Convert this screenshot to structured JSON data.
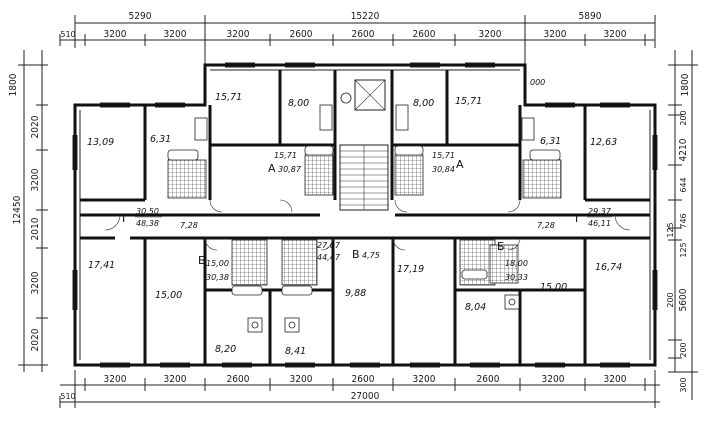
{
  "dims": {
    "top_overall": "15220",
    "top_left_group": "5290",
    "top_right_group": "5890",
    "top_offset": "510",
    "top_modules": [
      "3200",
      "3200",
      "3200",
      "2600",
      "2600",
      "2600",
      "3200",
      "3200",
      "3200"
    ],
    "bottom_overall": "27000",
    "bottom_offset": "510",
    "bottom_modules": [
      "3200",
      "3200",
      "2600",
      "3200",
      "2600",
      "3200",
      "2600",
      "3200",
      "3200"
    ],
    "left_overall": "12450",
    "left_modules": [
      "1800",
      "2020",
      "3200",
      "2010",
      "3200",
      "2020"
    ],
    "right_modules": [
      "1800",
      "200",
      "4210",
      "644",
      "746",
      "125",
      "5600",
      "200",
      "300"
    ],
    "right_small": [
      "125",
      "200"
    ]
  },
  "apartments": {
    "top_left_label": "Г",
    "top_left_area": "30,50",
    "top_left_area2": "48,38",
    "top_right_label": "Г",
    "top_right_area": "29,37",
    "top_right_area2": "46,11",
    "core_left_label": "А",
    "core_left_area": "15,71",
    "core_left_area2": "30,87",
    "core_right_label": "А",
    "core_right_area": "15,71",
    "core_right_area2": "30,84",
    "mid_left_label": "Б",
    "mid_left_area": "15,00",
    "mid_left_area2": "30,38",
    "mid_right_label": "Б",
    "mid_right_area": "18,00",
    "mid_right_area2": "30,33",
    "center_label": "В",
    "center_area": "27,07",
    "center_area2": "44,47",
    "center_kitchen": "4,75"
  },
  "rooms": {
    "r1": "13,09",
    "r2": "6,31",
    "r3": "15,71",
    "r4": "8,00",
    "r5": "8,00",
    "r6": "15,71",
    "r7": "6,31",
    "r8": "12,63",
    "r9": "7,28",
    "r10": "7,28",
    "r11": "17,41",
    "r12": "15,00",
    "r13": "8,20",
    "r14": "8,41",
    "r15": "9,88",
    "r16": "17,19",
    "r17": "8,04",
    "r18": "15,00",
    "r19": "16,74",
    "r20": "000"
  }
}
